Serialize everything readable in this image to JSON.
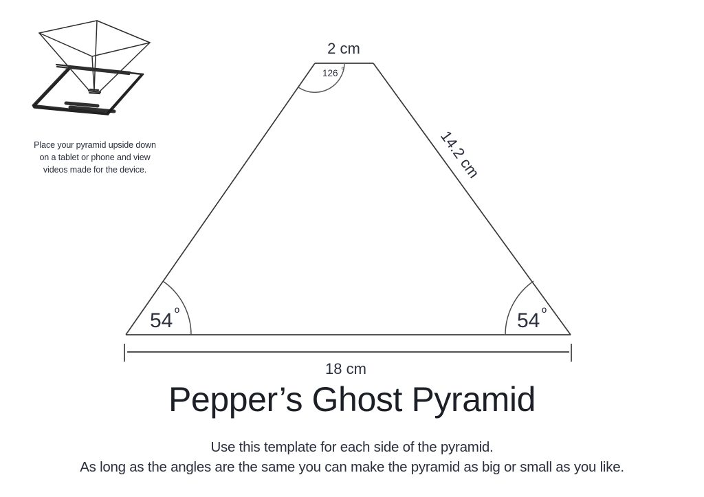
{
  "sketch": {
    "icon": "inverted-pyramid-on-tablet-sketch",
    "caption_lines": [
      "Place your pyramid upside down",
      "on a tablet or phone and view",
      "videos made for the device."
    ]
  },
  "diagram": {
    "top_edge_label": "2 cm",
    "right_edge_label": "14.2 cm",
    "base_dimension_label": "18 cm",
    "apex_angle": "126",
    "apex_angle_degree_symbol": "°",
    "left_base_angle": "54",
    "left_base_angle_degree_symbol": "º",
    "right_base_angle": "54",
    "right_base_angle_degree_symbol": "º",
    "line_color": "#3a3a3a",
    "text_color": "#2b2f3e"
  },
  "title": "Pepper’s Ghost Pyramid",
  "subtitle_lines": [
    "Use this template for each side of the pyramid.",
    "As long as the angles are the same you can make the pyramid as big or small as you like."
  ]
}
